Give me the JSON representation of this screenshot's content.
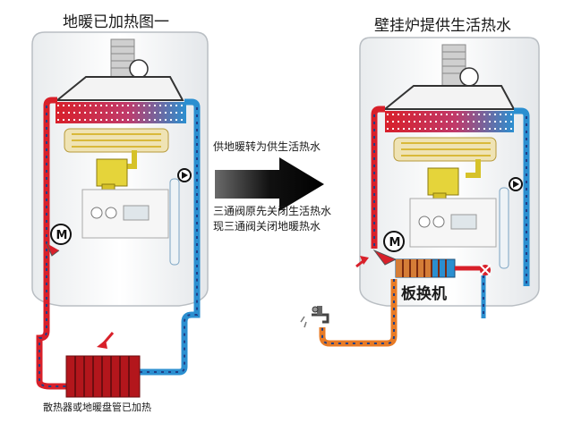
{
  "titles": {
    "left": "地暖已加热图一",
    "right": "壁挂炉提供生活热水"
  },
  "middle": {
    "line1": "供地暖转为供生活热水",
    "line2": "三通阀原先关闭生活热水",
    "line3": "现三通阀关闭地暖热水"
  },
  "labels": {
    "heat_exchanger": "板换机",
    "motor_symbol": "M",
    "caption": "散热器或地暖盘管已加热"
  },
  "colors": {
    "hot": "#d8202a",
    "cold": "#2b8fd0",
    "domestic_hot": "#e87b26",
    "dashes": "#1e3f88",
    "burner_gas": "#d6c229",
    "arrow": "#111111"
  }
}
